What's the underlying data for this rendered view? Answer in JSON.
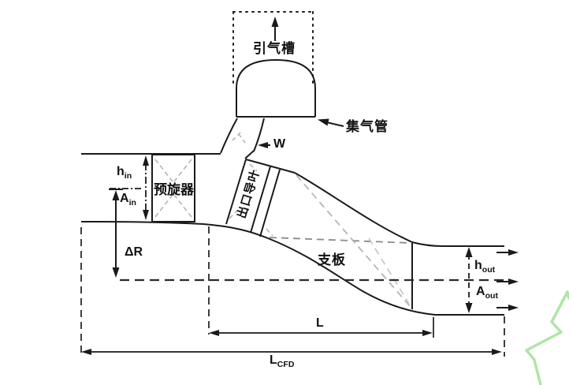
{
  "figure": {
    "type": "engineering-schematic",
    "description_visible_only": "annotated duct cross-section diagram"
  },
  "colors": {
    "line": "#1a1a1a",
    "gray_dash": "#8a8a8a",
    "light_dash": "#b5b5b5",
    "watermark_green": "#aee6a5",
    "background": "#ffffff"
  },
  "labels": {
    "bleed_slot": "引气槽",
    "collector_pipe": "集气管",
    "slot_width": "W",
    "pre_swirler": "预旋器",
    "outlet_guide_vane": "出口导叶",
    "strut": "支板",
    "delta_r": "ΔR",
    "h_in": {
      "main": "h",
      "sub": "in"
    },
    "a_in": {
      "main": "A",
      "sub": "in"
    },
    "h_out": {
      "main": "h",
      "sub": "out"
    },
    "a_out": {
      "main": "A",
      "sub": "out"
    },
    "length": "L",
    "length_cfd": {
      "main": "L",
      "sub": "CFD"
    }
  }
}
